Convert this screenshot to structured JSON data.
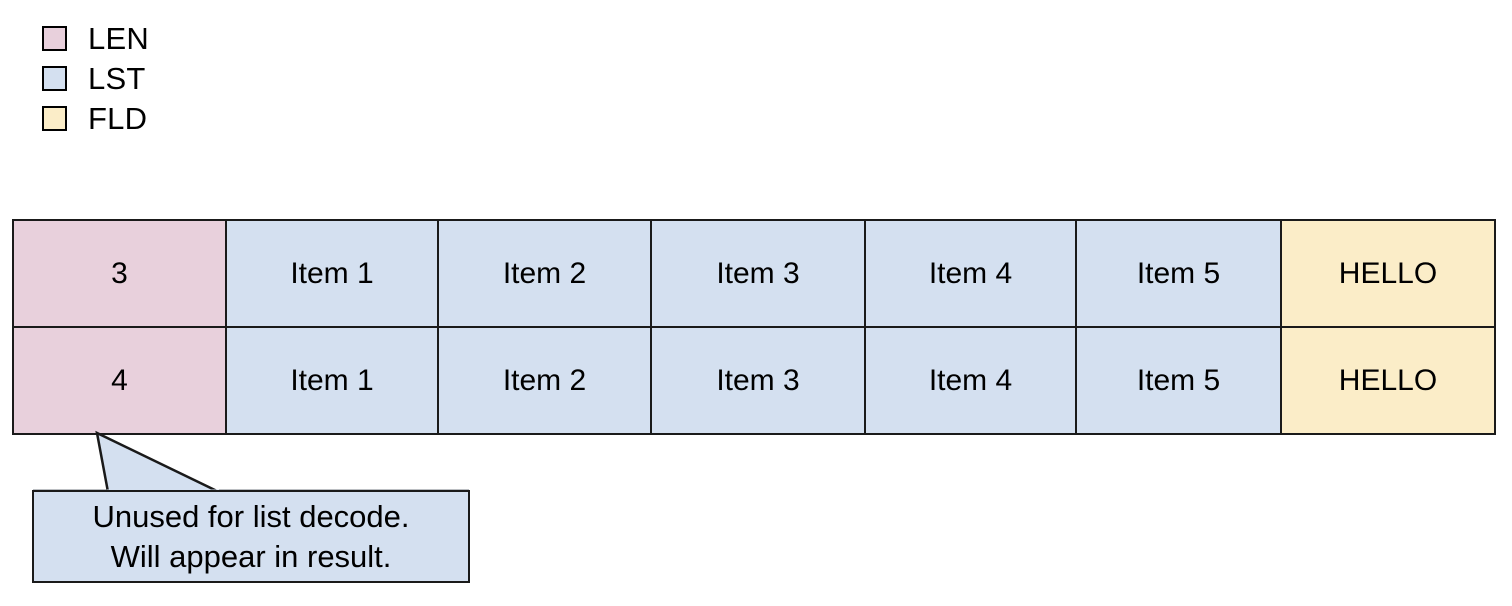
{
  "legend": {
    "items": [
      {
        "label": "LEN",
        "color": "#e8d0dc",
        "swatch_name": "len-swatch"
      },
      {
        "label": "LST",
        "color": "#d4e0f0",
        "swatch_name": "lst-swatch"
      },
      {
        "label": "FLD",
        "color": "#fbedc8",
        "swatch_name": "fld-swatch"
      }
    ]
  },
  "table": {
    "rows": [
      {
        "cells": [
          {
            "text": "3",
            "kind": "LEN"
          },
          {
            "text": "Item 1",
            "kind": "LST"
          },
          {
            "text": "Item 2",
            "kind": "LST"
          },
          {
            "text": "Item 3",
            "kind": "LST"
          },
          {
            "text": "Item 4",
            "kind": "LST"
          },
          {
            "text": "Item 5",
            "kind": "LST"
          },
          {
            "text": "HELLO",
            "kind": "FLD"
          }
        ]
      },
      {
        "cells": [
          {
            "text": "4",
            "kind": "LEN"
          },
          {
            "text": "Item 1",
            "kind": "LST"
          },
          {
            "text": "Item 2",
            "kind": "LST"
          },
          {
            "text": "Item 3",
            "kind": "LST"
          },
          {
            "text": "Item 4",
            "kind": "LST"
          },
          {
            "text": "Item 5",
            "kind": "LST"
          },
          {
            "text": "HELLO",
            "kind": "FLD"
          }
        ]
      }
    ]
  },
  "callout": {
    "line1": "Unused for list decode.",
    "line2": "Will appear in result.",
    "fill": "#d4e0f0",
    "stroke": "#1a1a1a"
  },
  "colors": {
    "len": "#e8d0dc",
    "lst": "#d4e0f0",
    "fld": "#fbedc8",
    "outline": "#1a1a1a",
    "background": "#ffffff"
  }
}
